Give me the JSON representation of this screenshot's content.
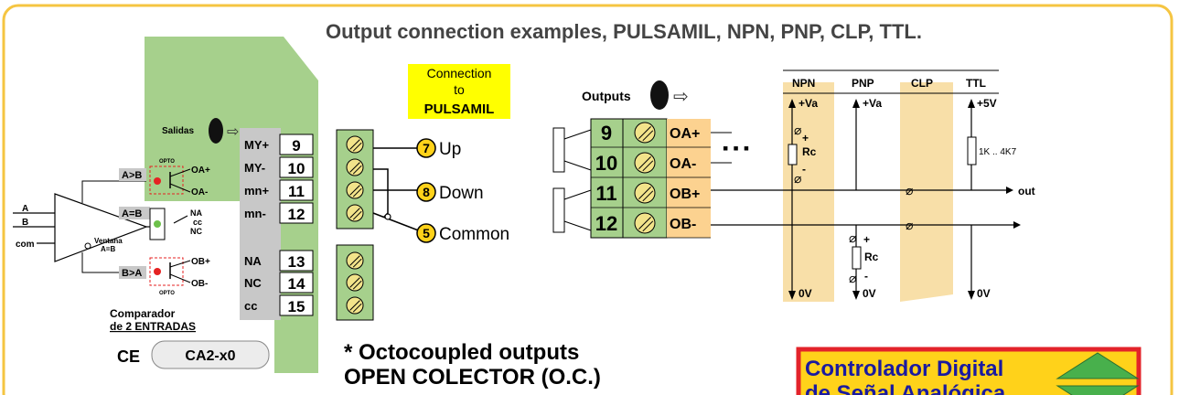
{
  "title": "Output connection examples, PULSAMIL, NPN, PNP, CLP, TTL.",
  "device": {
    "salidas_label": "Salidas",
    "inputs": [
      "A",
      "B",
      "com"
    ],
    "comparisons": [
      "A>B",
      "A=B",
      "B>A"
    ],
    "opto_label": "OPTO",
    "outputs_upper": [
      "OA+",
      "OA-"
    ],
    "relay_contacts": [
      "NA",
      "cc",
      "NC"
    ],
    "outputs_lower": [
      "OB+",
      "OB-"
    ],
    "ventana_label": "Ventana",
    "ventana_sub": "A=B",
    "comparador_line1": "Comparador",
    "comparador_line2": "de 2 ENTRADAS",
    "ce_mark": "CE",
    "model": "CA2-x0"
  },
  "terminal_block_left": [
    {
      "label": "MY+",
      "number": "9"
    },
    {
      "label": "MY-",
      "number": "10"
    },
    {
      "label": "mn+",
      "number": "11"
    },
    {
      "label": "mn-",
      "number": "12"
    },
    {
      "label": "NA",
      "number": "13"
    },
    {
      "label": "NC",
      "number": "14"
    },
    {
      "label": "cc",
      "number": "15"
    }
  ],
  "pulsamil": {
    "line1": "Connection",
    "line2": "to",
    "line3": "PULSAMIL",
    "connections": [
      {
        "number": "7",
        "label": "Up"
      },
      {
        "number": "8",
        "label": "Down"
      },
      {
        "number": "5",
        "label": "Common"
      }
    ]
  },
  "outputs_panel": {
    "label": "Outputs",
    "terminals": [
      {
        "number": "9",
        "label": "OA+"
      },
      {
        "number": "10",
        "label": "OA-"
      },
      {
        "number": "11",
        "label": "OB+"
      },
      {
        "number": "12",
        "label": "OB-"
      }
    ],
    "ellipsis": "▪ ▪ ▪"
  },
  "circuits": {
    "columns": [
      "NPN",
      "PNP",
      "CLP",
      "TTL"
    ],
    "npn_supply": "+Va",
    "pnp_supply": "+Va",
    "ttl_supply": "+5V",
    "rc_label": "Rc",
    "plus": "+",
    "minus": "-",
    "resistor_value": "1K .. 4K7",
    "out_label": "out",
    "ground_labels": [
      "0V",
      "0V",
      "0V"
    ]
  },
  "note_line1": "* Octocoupled outputs",
  "note_line2": "OPEN COLECTOR (O.C.)",
  "badge_line1": "Controlador Digital",
  "badge_line2": "de Señal Analógica",
  "colors": {
    "frame": "#f5c542",
    "device_green": "#a6d08c",
    "terminal_green": "#a6d08c",
    "terminal_grey": "#c8c8c8",
    "screw_yellow": "#f2e38a",
    "output_orange": "#fcd290",
    "column_tan": "#f8dfa8",
    "pulsamil_yellow": "#ffff00",
    "badge_red": "#e3232a",
    "badge_yellow": "#ffd21a",
    "triangle_green": "#48b04c",
    "led_red": "#e52222",
    "led_green": "#6cc04a"
  }
}
